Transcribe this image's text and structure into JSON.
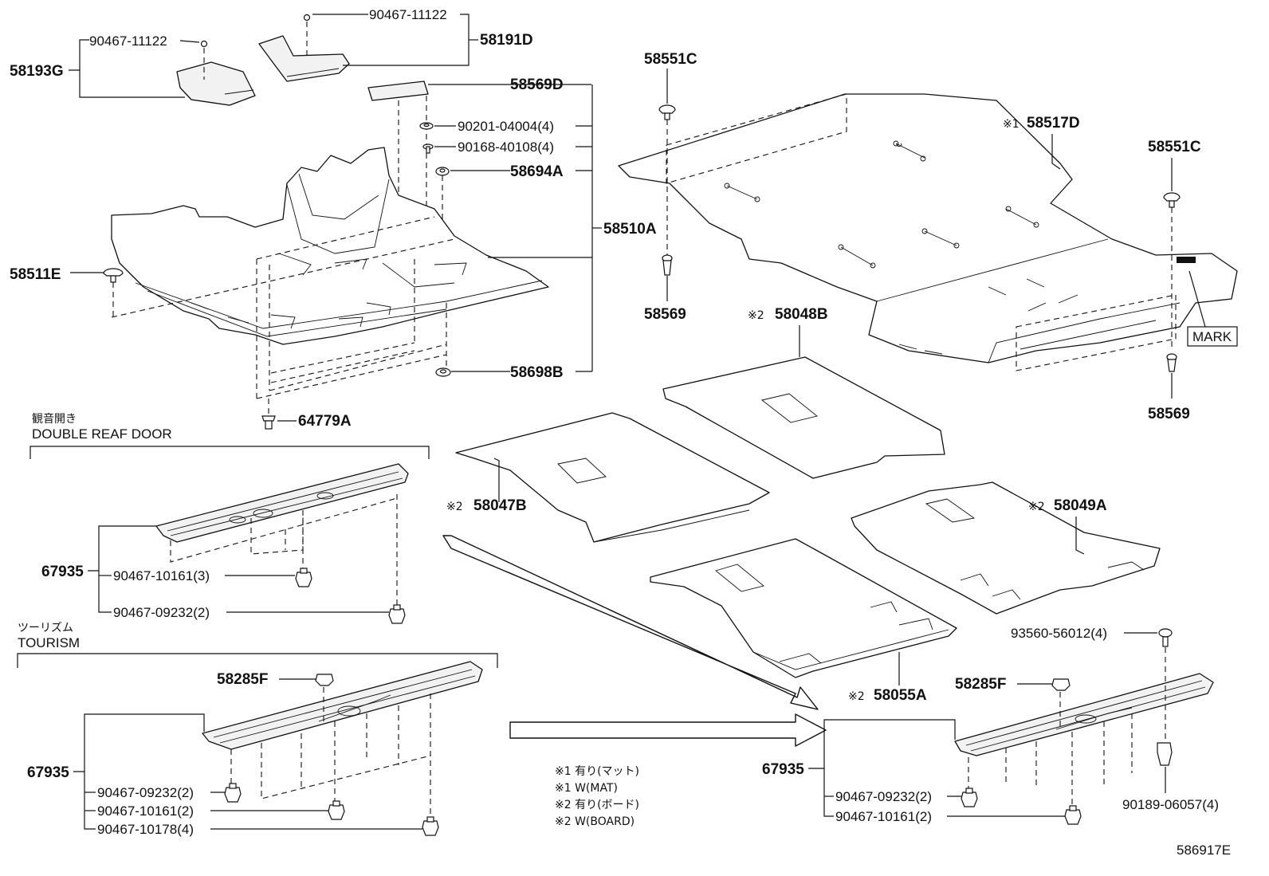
{
  "callouts": {
    "p58193G": "58193G",
    "p90467_11122_a": "90467-11122",
    "p90467_11122_b": "90467-11122",
    "p58191D": "58191D",
    "p58569D": "58569D",
    "p90201_04004": "90201-04004(4)",
    "p90168_40108": "90168-40108(4)",
    "p58694A": "58694A",
    "p58510A": "58510A",
    "p58511E": "58511E",
    "p58698B": "58698B",
    "p64779A": "64779A",
    "p58551C_a": "58551C",
    "p58569_a": "58569",
    "p58517D": "58517D",
    "p58551C_b": "58551C",
    "p58569_b": "58569",
    "p58048B": "58048B",
    "p58047B": "58047B",
    "p58049A": "58049A",
    "p58055A": "58055A",
    "p67935_a": "67935",
    "p90467_10161_3": "90467-10161(3)",
    "p90467_09232_2a": "90467-09232(2)",
    "p58285F_a": "58285F",
    "p67935_b": "67935",
    "p90467_09232_2b": "90467-09232(2)",
    "p90467_10161_2a": "90467-10161(2)",
    "p90467_10178_4": "90467-10178(4)",
    "p93560_56012": "93560-56012(4)",
    "p58285F_b": "58285F",
    "p67935_c": "67935",
    "p90467_09232_2c": "90467-09232(2)",
    "p90467_10161_2b": "90467-10161(2)",
    "p90189_06057": "90189-06057(4)",
    "mark": "MARK"
  },
  "marks": {
    "m1_58517D": "※1",
    "m2_58048B": "※2",
    "m2_58047B": "※2",
    "m2_58049A": "※2",
    "m2_58055A": "※2"
  },
  "sections": {
    "double_door_jp": "観音開き",
    "double_door_en": "DOUBLE REAF DOOR",
    "tourism_jp": "ツーリズム",
    "tourism_en": "TOURISM"
  },
  "notes": [
    "※1 有り(マット)",
    "※1 W(MAT)",
    "※2 有り(ボード)",
    "※2 W(BOARD)"
  ],
  "figure_id": "586917E"
}
